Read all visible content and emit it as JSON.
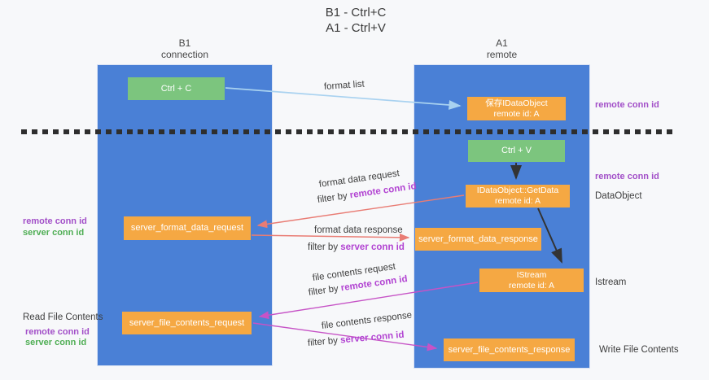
{
  "title": {
    "line1": "B1 - Ctrl+C",
    "line2": "A1 - Ctrl+V"
  },
  "columns": {
    "left": {
      "name": "B1",
      "role": "connection"
    },
    "right": {
      "name": "A1",
      "role": "remote"
    }
  },
  "nodes": {
    "ctrl_c": "Ctrl + C",
    "ctrl_v": "Ctrl + V",
    "save_idataobject": {
      "line1": "保存IDataObject",
      "line2": "remote id: A"
    },
    "getdata": {
      "line1": "IDataObject::GetData",
      "line2": "remote id: A"
    },
    "istream": {
      "line1": "IStream",
      "line2": "remote id: A"
    },
    "format_request": "server_format_data_request",
    "format_response": "server_format_data_response",
    "file_request": "server_file_contents_request",
    "file_response": "server_file_contents_response"
  },
  "flow_labels": {
    "format_list": "format list",
    "format_request": "format data request",
    "format_request_filter_prefix": "filter by ",
    "format_request_filter_key": "remote conn id",
    "format_response": "format data response",
    "format_response_filter_prefix": "filter by ",
    "format_response_filter_key": "server conn id",
    "file_request": "file contents request",
    "file_request_filter_prefix": "filter by ",
    "file_request_filter_key": "remote conn id",
    "file_response": "file contents response",
    "file_response_filter_prefix": "filter by ",
    "file_response_filter_key": "server conn id"
  },
  "side_labels": {
    "remote_conn_id_top": "remote conn id",
    "remote_conn_id_mid": "remote conn id",
    "dataobject": "DataObject",
    "istream": "Istream",
    "write_file_contents": "Write File Contents",
    "read_file_contents": "Read File Contents",
    "left_format": {
      "remote": "remote conn id",
      "server": "server conn id"
    },
    "left_file": {
      "remote": "remote conn id",
      "server": "server conn id"
    }
  },
  "colors": {
    "lifeline_blue": "#4a80d6",
    "box_orange": "#f5a843",
    "box_green": "#7cc57e",
    "arrow_light_blue": "#a9d2f0",
    "arrow_black": "#333333",
    "arrow_salmon": "#e97c74",
    "arrow_magenta": "#c653c6",
    "text_purple": "#a24fc8",
    "text_green": "#4fae54",
    "divider_dash": "#2e2e2e"
  }
}
